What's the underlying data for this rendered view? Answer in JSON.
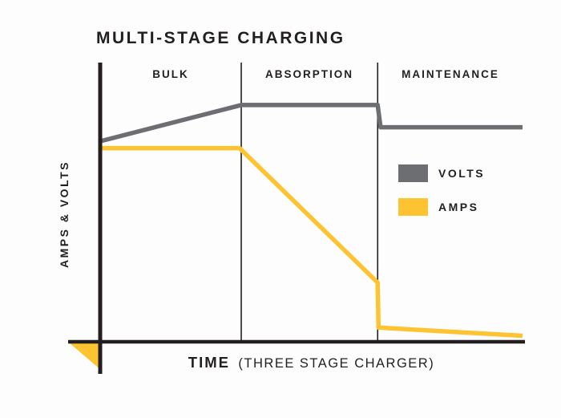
{
  "colors": {
    "axis": "#231f20",
    "accent": "#fdc331",
    "background": "#fdfdfd",
    "text": "#231f20"
  },
  "chart_data": {
    "type": "line",
    "title": "MULTI-STAGE CHARGING",
    "xlabel": "TIME",
    "xlabel_note": "(THREE STAGE CHARGER)",
    "ylabel": "AMPS & VOLTS",
    "x_range": [
      0,
      100
    ],
    "y_range": [
      0,
      100
    ],
    "grid": false,
    "legend_position": "center-right",
    "stages": [
      {
        "label": "BULK",
        "x_start": 0,
        "x_end": 33.4
      },
      {
        "label": "ABSORPTION",
        "x_start": 33.4,
        "x_end": 65.7
      },
      {
        "label": "MAINTENANCE",
        "x_start": 65.7,
        "x_end": 100
      }
    ],
    "series": [
      {
        "name": "VOLTS",
        "color": "#6d6e71",
        "points": [
          [
            0,
            72.5
          ],
          [
            33.4,
            85.7
          ],
          [
            65.7,
            85.7
          ],
          [
            66.4,
            77.6
          ],
          [
            100,
            77.6
          ]
        ]
      },
      {
        "name": "AMPS",
        "color": "#fdc331",
        "points": [
          [
            0,
            70
          ],
          [
            33,
            70
          ],
          [
            65.7,
            21
          ],
          [
            65.9,
            4.6
          ],
          [
            100,
            1.6
          ]
        ]
      }
    ]
  }
}
